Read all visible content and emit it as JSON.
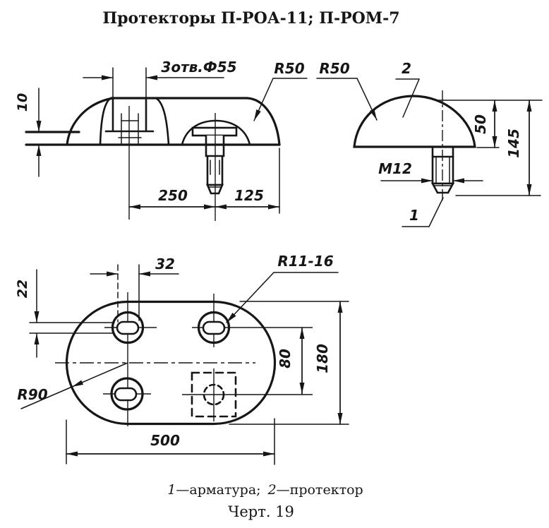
{
  "title": "Протекторы П-РОА-11; П-РОМ-7",
  "section_view": {
    "flange_thickness": "10",
    "holes_note": "3отв.Ф55",
    "shoulder_radius": "R50",
    "hole_spacing": "250",
    "edge_offset": "125"
  },
  "side_view": {
    "dome_radius": "R50",
    "protector_ref": "2",
    "dome_height": "50",
    "total_height": "145",
    "thread_size": "M12",
    "armature_ref": "1"
  },
  "plan_view": {
    "slot_length": "32",
    "slot_end_radius": "R11-16",
    "slot_width": "22",
    "row_spacing": "80",
    "plate_width": "180",
    "end_radius": "R90",
    "plate_length": "500"
  },
  "caption": {
    "ref1_num": "1",
    "ref1_text": "—арматура;",
    "ref2_num": "2",
    "ref2_text": "—протектор"
  },
  "figure_label": "Черт. 19",
  "colors": {
    "ink": "#161616",
    "paper": "#ffffff"
  }
}
